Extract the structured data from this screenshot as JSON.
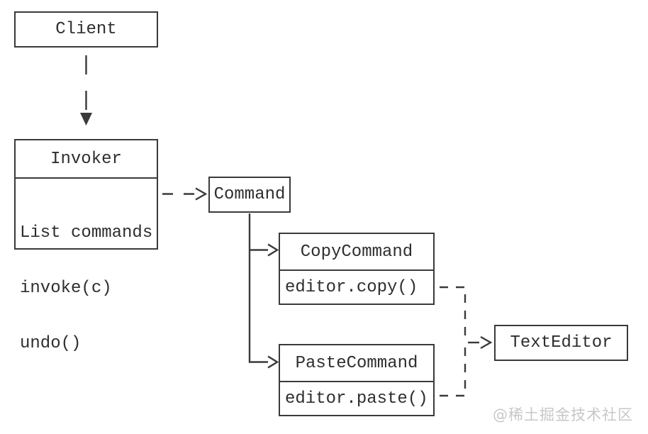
{
  "meta": {
    "background": "#ffffff",
    "stroke_color": "#3a3a3a",
    "text_color": "#2e2e2e",
    "diagram_type": "uml-class-diagram",
    "pattern": "Command"
  },
  "nodes": {
    "client": {
      "title": "Client"
    },
    "invoker": {
      "title": "Invoker",
      "members": [
        "List commands",
        "invoke(c)",
        "undo()"
      ]
    },
    "command": {
      "title": "Command"
    },
    "copyCommand": {
      "title": "CopyCommand",
      "members": [
        "editor.copy()"
      ]
    },
    "pasteCommand": {
      "title": "PasteCommand",
      "members": [
        "editor.paste()"
      ]
    },
    "textEditor": {
      "title": "TextEditor"
    }
  },
  "edges": [
    {
      "from": "Client",
      "to": "Invoker",
      "style": "dashed",
      "arrowhead": "filled-triangle"
    },
    {
      "from": "Invoker",
      "to": "Command",
      "style": "dashed",
      "arrowhead": "open-chevron"
    },
    {
      "from": "Command",
      "to": "CopyCommand",
      "style": "solid",
      "arrowhead": "open-chevron"
    },
    {
      "from": "Command",
      "to": "PasteCommand",
      "style": "solid",
      "arrowhead": "open-chevron"
    },
    {
      "from": "CopyCommand",
      "to": "TextEditor",
      "style": "dashed",
      "arrowhead": "open-chevron"
    },
    {
      "from": "PasteCommand",
      "to": "TextEditor",
      "style": "dashed",
      "arrowhead": "open-chevron"
    }
  ],
  "watermark": {
    "text": "@稀土掘金技术社区",
    "color": "#c7c7c7"
  }
}
